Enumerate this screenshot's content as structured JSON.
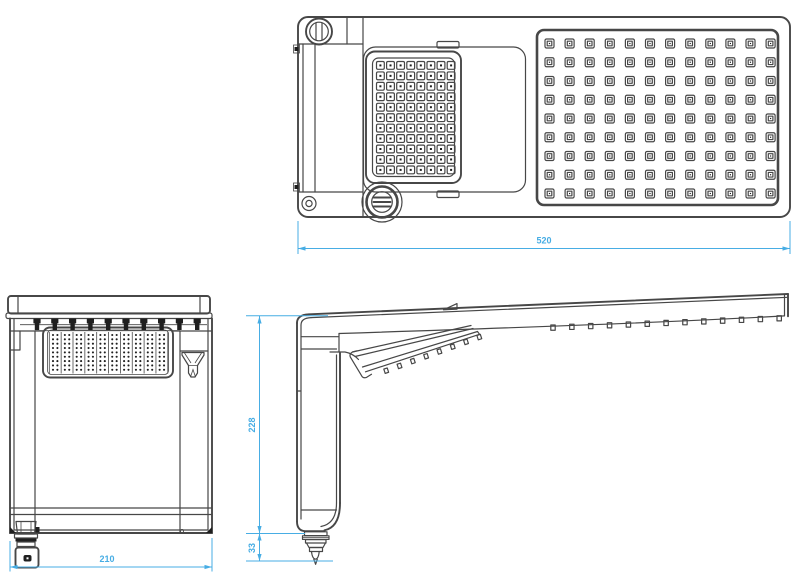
{
  "title": "shower-head-technical-drawing",
  "colors": {
    "line": "#474747",
    "dark": "#1f1f1f",
    "dimension": "#47ade4",
    "background": "#ffffff"
  },
  "views": {
    "top": {
      "name": "top-view",
      "dimension": {
        "label": "520"
      },
      "small_spray_grid": {
        "cols": 8,
        "rows": 11
      },
      "main_spray_grid": {
        "cols": 12,
        "rows": 9
      }
    },
    "front": {
      "name": "front-view",
      "dimension": {
        "label": "210"
      },
      "teeth": {
        "count": 10
      },
      "spray_texture": {
        "columns": 10,
        "dot_rows": 9
      }
    },
    "side": {
      "name": "side-view",
      "height_dimension": {
        "label": "228"
      },
      "inlet_dimension": {
        "label": "33"
      },
      "arm_nozzles": {
        "count": 13
      },
      "head_nozzles": {
        "count": 8
      }
    }
  }
}
